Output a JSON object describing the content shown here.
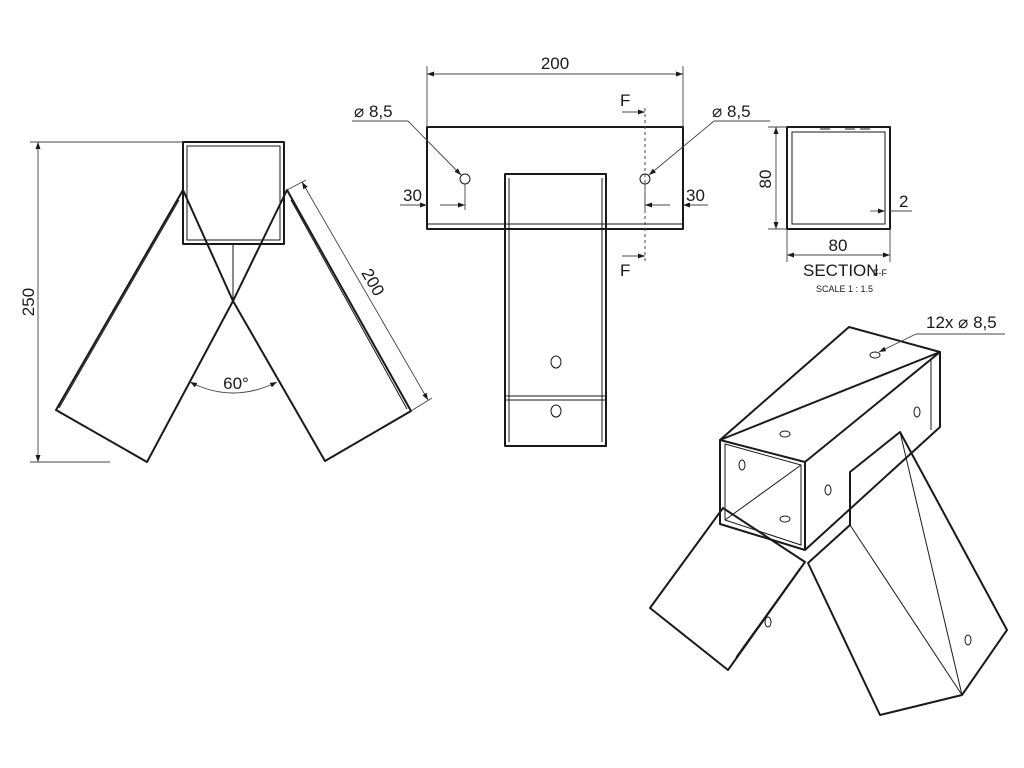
{
  "front_view": {
    "height_label": "250",
    "leg_length_label": "200",
    "angle_label": "60°"
  },
  "top_view": {
    "width_label": "200",
    "hole_left_label": "⌀ 8,5",
    "hole_right_label": "⌀ 8,5",
    "offset_left_label": "30",
    "offset_right_label": "30",
    "section_mark_top": "F",
    "section_mark_bottom": "F"
  },
  "section_view": {
    "height_label": "80",
    "width_label": "80",
    "wall_label": "2",
    "title": "SECTION",
    "title_suffix": "F-F",
    "scale": "SCALE 1 : 1.5"
  },
  "iso_view": {
    "holes_label": "12x ⌀ 8,5"
  },
  "colors": {
    "line": "#1a1a1a",
    "background": "#ffffff"
  }
}
